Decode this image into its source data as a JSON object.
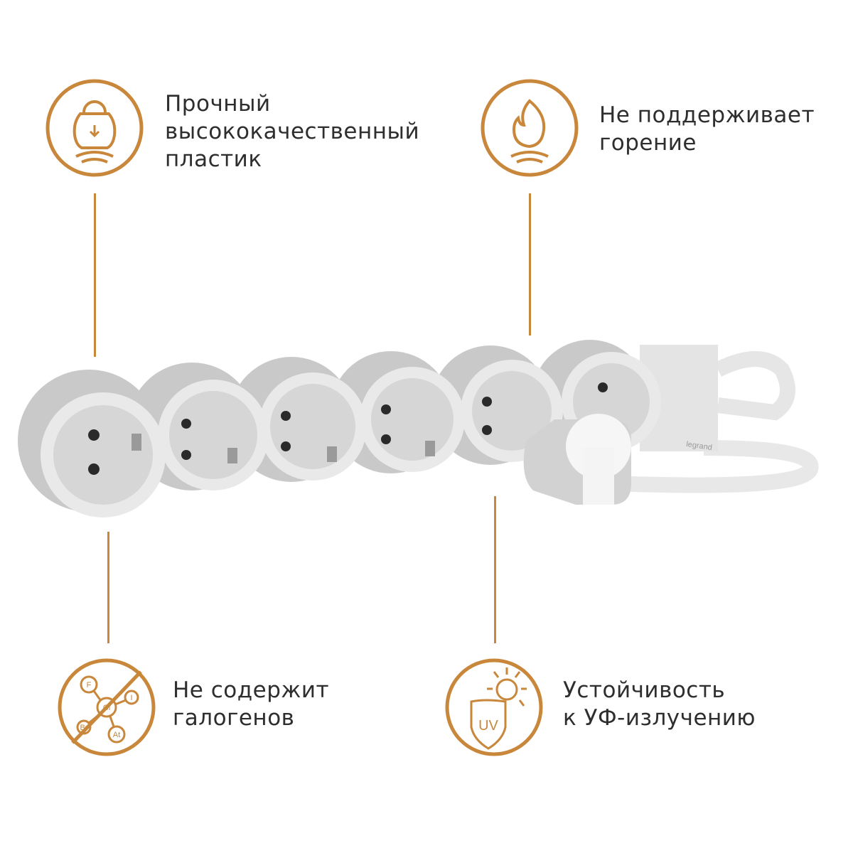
{
  "accent_color": "#c8873a",
  "features": [
    {
      "icon": "kettlebell-icon",
      "lines": [
        "Прочный",
        "высококачественный",
        "пластик"
      ]
    },
    {
      "icon": "flame-icon",
      "lines": [
        "Не поддерживает",
        "горение"
      ]
    },
    {
      "icon": "no-halogen-icon",
      "lines": [
        "Не содержит",
        "галогенов"
      ],
      "icon_labels": [
        "F",
        "Cl",
        "I",
        "Br",
        "At"
      ]
    },
    {
      "icon": "uv-shield-icon",
      "lines": [
        "Устойчивость",
        "к УФ-излучению"
      ],
      "icon_labels": [
        "UV"
      ]
    }
  ],
  "product": {
    "brand": "legrand"
  }
}
